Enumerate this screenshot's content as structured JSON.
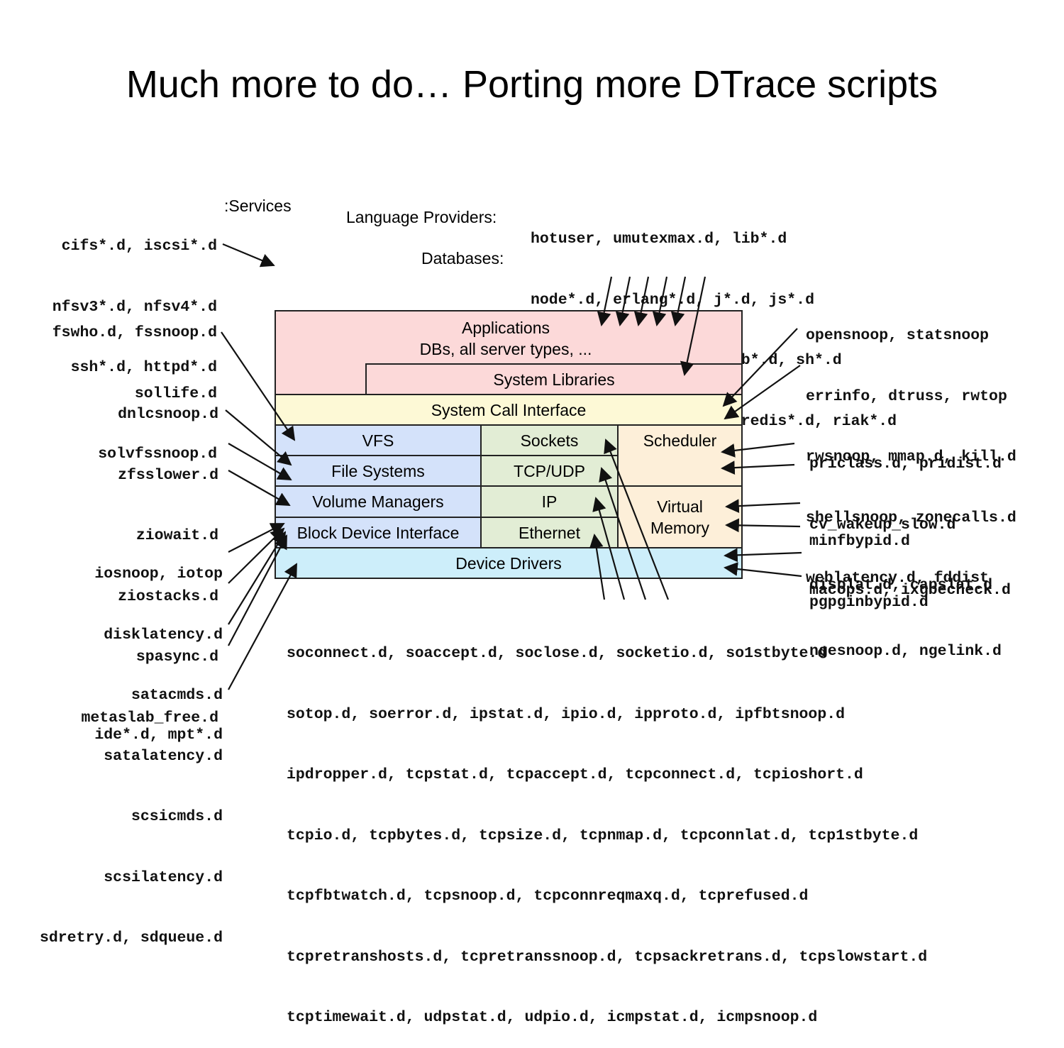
{
  "title": "Much more to do… Porting more DTrace scripts",
  "services": {
    "lines": [
      "cifs*.d, iscsi*.d",
      "nfsv3*.d, nfsv4*.d",
      "ssh*.d, httpd*.d"
    ],
    "label": ":Services"
  },
  "top_labels": {
    "language_providers": "Language Providers:",
    "databases": "Databases:"
  },
  "top_scripts": [
    "hotuser, umutexmax.d, lib*.d",
    "node*.d, erlang*.d, j*.d, js*.d",
    "php*.d, pl*.d, py*.d, rb*.d, sh*.d",
    "mysql*.d, postgres*.d, redis*.d, riak*.d"
  ],
  "left_groups": {
    "vfs": [
      "fswho.d, fssnoop.d",
      "sollife.d",
      "solvfssnoop.d"
    ],
    "zfs": [
      "dnlcsnoop.d",
      "zfsslower.d",
      "ziowait.d",
      "ziostacks.d",
      "spasync.d",
      "metaslab_free.d"
    ],
    "disk": [
      "iosnoop, iotop",
      "disklatency.d",
      "satacmds.d",
      "satalatency.d",
      "scsicmds.d",
      "scsilatency.d",
      "sdretry.d, sdqueue.d"
    ],
    "drivers": [
      "ide*.d, mpt*.d"
    ]
  },
  "right_groups": {
    "syscalls": [
      "opensnoop, statsnoop",
      "errinfo, dtruss, rwtop",
      "rwsnoop, mmap.d, kill.d",
      "shellsnoop, zonecalls.d",
      "weblatency.d, fddist"
    ],
    "sched": [
      "priclass.d, pridist.d",
      "cv_wakeup_slow.d",
      "displat.d, capslat.d"
    ],
    "vm": [
      "minfbypid.d",
      "pgpginbypid.d"
    ],
    "drivers": [
      "macops.d, ixgbecheck.d",
      "ngesnoop.d, ngelink.d"
    ]
  },
  "bottom_scripts": [
    "soconnect.d, soaccept.d, soclose.d, socketio.d, so1stbyte.d",
    "sotop.d, soerror.d, ipstat.d, ipio.d, ipproto.d, ipfbtsnoop.d",
    "ipdropper.d, tcpstat.d, tcpaccept.d, tcpconnect.d, tcpioshort.d",
    "tcpio.d, tcpbytes.d, tcpsize.d, tcpnmap.d, tcpconnlat.d, tcp1stbyte.d",
    "tcpfbtwatch.d, tcpsnoop.d, tcpconnreqmaxq.d, tcprefused.d",
    "tcpretranshosts.d, tcpretranssnoop.d, tcpsackretrans.d, tcpslowstart.d",
    "tcptimewait.d, udpstat.d, udpio.d, icmpstat.d, icmpsnoop.d"
  ],
  "stack": {
    "applications": [
      "Applications",
      "DBs, all server types, ..."
    ],
    "system_libraries": "System Libraries",
    "system_call_interface": "System Call Interface",
    "vfs": "VFS",
    "file_systems": "File Systems",
    "volume_managers": "Volume Managers",
    "block_device_interface": "Block Device Interface",
    "sockets": "Sockets",
    "tcp_udp": "TCP/UDP",
    "ip": "IP",
    "ethernet": "Ethernet",
    "scheduler": "Scheduler",
    "virtual_memory": [
      "Virtual",
      "Memory"
    ],
    "device_drivers": "Device Drivers"
  },
  "colors": {
    "applications": "#fcd9d9",
    "system_call_interface": "#fdf9d6",
    "storage_stack": "#d4e2fa",
    "network_stack": "#e2edd5",
    "scheduler_vm": "#fdefd9",
    "device_drivers": "#cdeefa"
  }
}
